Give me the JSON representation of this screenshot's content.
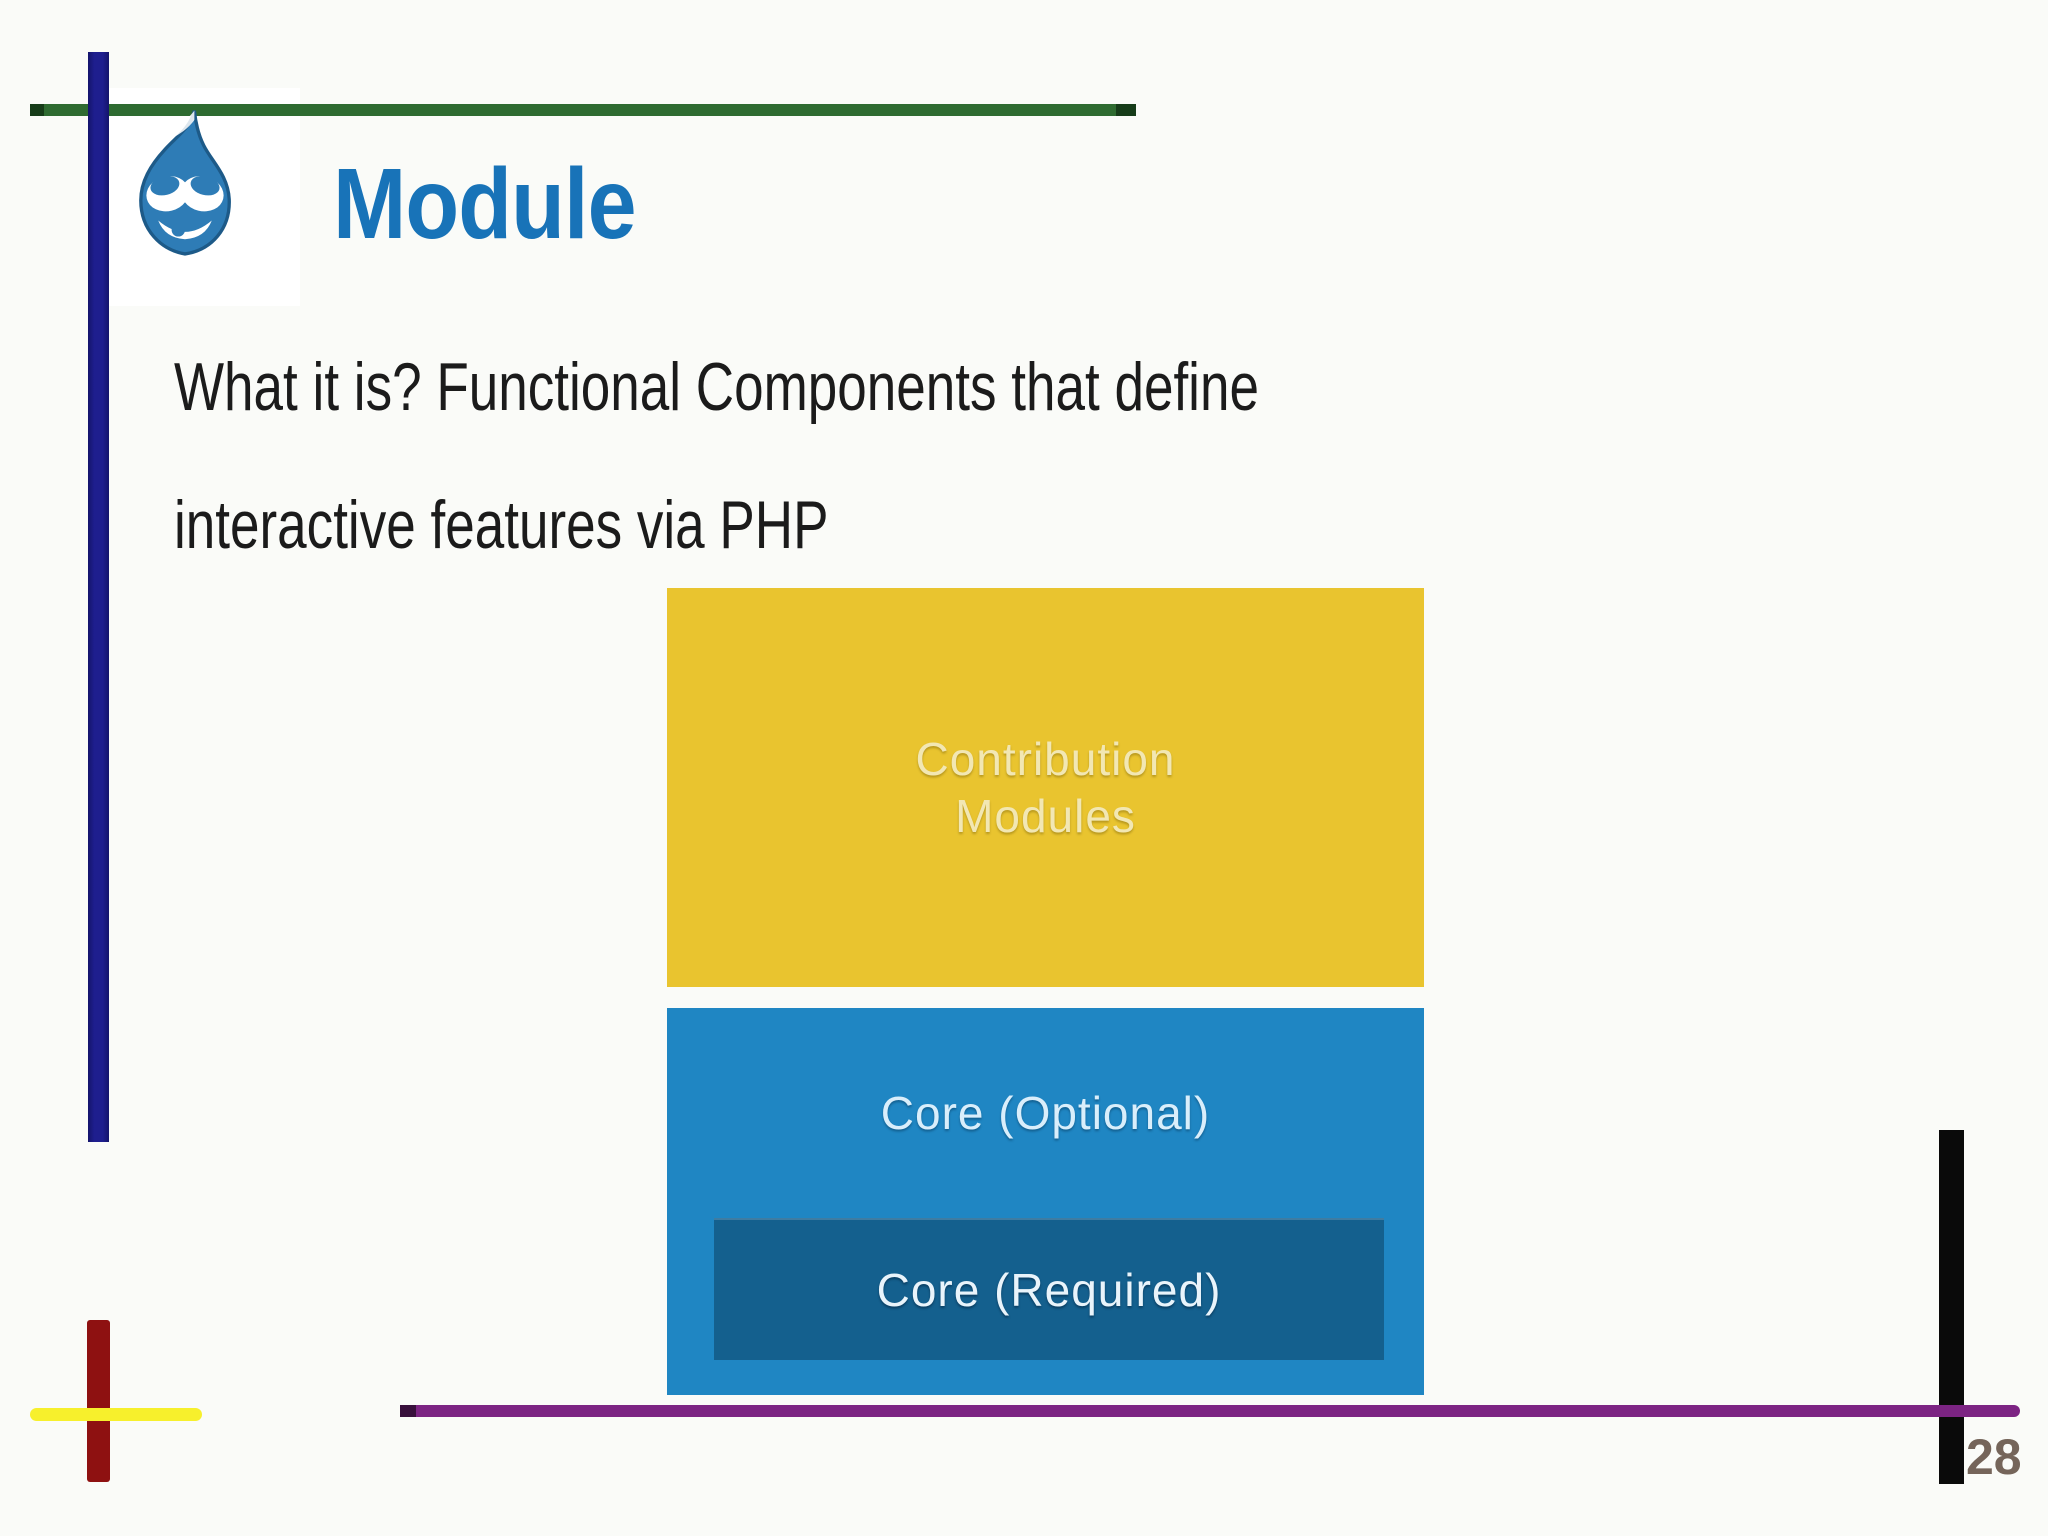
{
  "slide": {
    "title": "Module",
    "body_lines": {
      "0": "What it is? Functional Components that define",
      "1": "interactive features via PHP"
    },
    "page_number": "28"
  },
  "diagram": {
    "contribution_box": {
      "label_line1": "Contribution",
      "label_line2": "Modules"
    },
    "core_optional_box": {
      "label": "Core (Optional)"
    },
    "core_required_box": {
      "label": "Core (Required)"
    }
  },
  "icons": {
    "logo": "drupal-druplicon-icon"
  },
  "colors": {
    "slide-bg": "#fafbf8",
    "title-blue": "#1873b8",
    "body-text": "#1b1b1b",
    "yellow-box": "#e9c42f",
    "yellow-box-text": "#f2e7b3",
    "blue-box": "#1f86c3",
    "blue-box-text": "#d9eefb",
    "core-required-box": "#14608e",
    "core-required-text": "#e9f4fb",
    "green-line": "#2e6b31",
    "navy-bar": "#1e1e8e",
    "purple-line": "#7c2483",
    "black-bar": "#0a0a0a",
    "red-bar": "#8e1111",
    "yellow-line": "#f7f02c",
    "page-number": "#75655a",
    "drupal-blue": "#2e7cb6"
  }
}
